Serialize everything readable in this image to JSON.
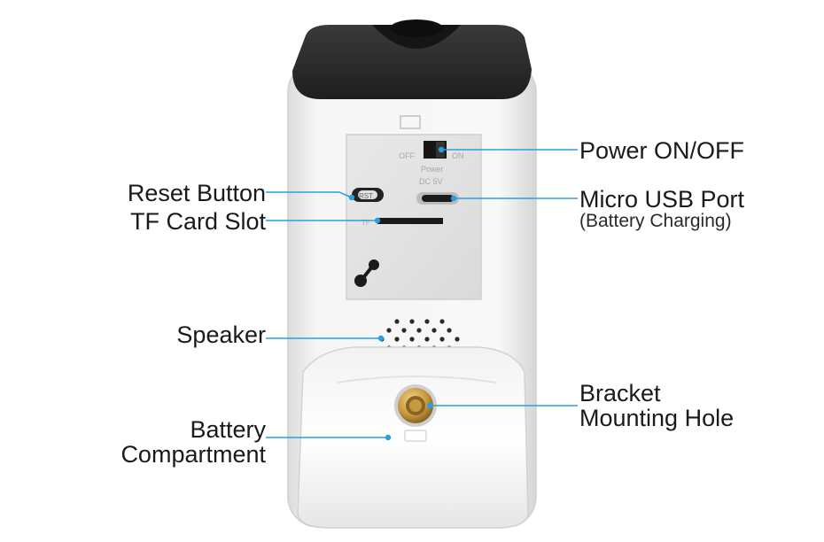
{
  "labels": {
    "power": "Power ON/OFF",
    "usb": "Micro USB Port",
    "usb_sub": "(Battery Charging)",
    "reset": "Reset Button",
    "tf": "TF Card Slot",
    "speaker": "Speaker",
    "bracket_line1": "Bracket",
    "bracket_line2": "Mounting Hole",
    "battery_line1": "Battery",
    "battery_line2": "Compartment"
  },
  "device_markings": {
    "switch_off": "OFF",
    "switch_on": "ON",
    "power_text": "Power",
    "dc_text": "DC 5V",
    "rst_text": "RST",
    "tf_text": "TF"
  },
  "colors": {
    "callout_line": "#2a9fe0",
    "callout_dot": "#2a9fe0",
    "body": "#f4f4f4",
    "top_cap": "#2c2c2c",
    "text": "#1a1a1a"
  }
}
